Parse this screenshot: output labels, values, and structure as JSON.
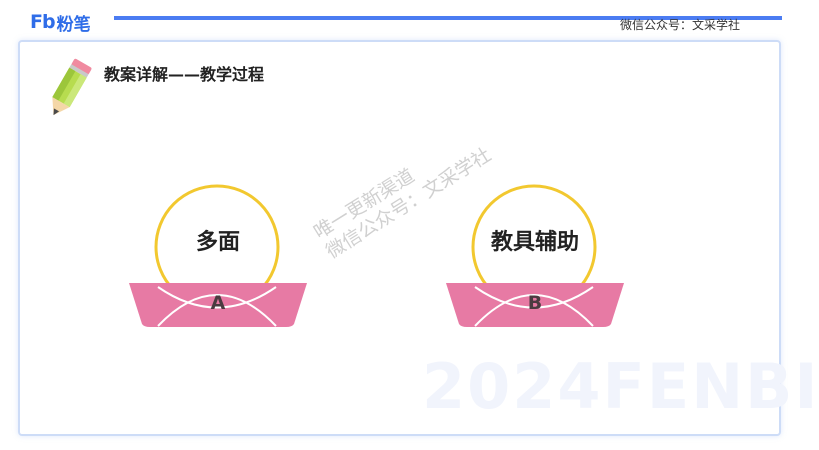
{
  "header": {
    "logo_mark": "Fb",
    "logo_text": "粉笔",
    "wechat": "微信公众号：文采学社",
    "accent_color": "#4b7cf2"
  },
  "slide": {
    "title": "教案详解——教学过程",
    "background_watermark": "2024FENBI",
    "diagonal_watermark": {
      "line1": "唯一更新渠道",
      "line2": "微信公众号：文采学社"
    }
  },
  "nodes": [
    {
      "label": "多面",
      "letter": "A"
    },
    {
      "label": "教具辅助",
      "letter": "B"
    }
  ],
  "colors": {
    "circle_stroke": "#f2c82f",
    "bowl_fill": "#e77aa4",
    "bowl_arc": "#ffffff"
  },
  "icons": {
    "title_icon": "pencil-icon"
  }
}
